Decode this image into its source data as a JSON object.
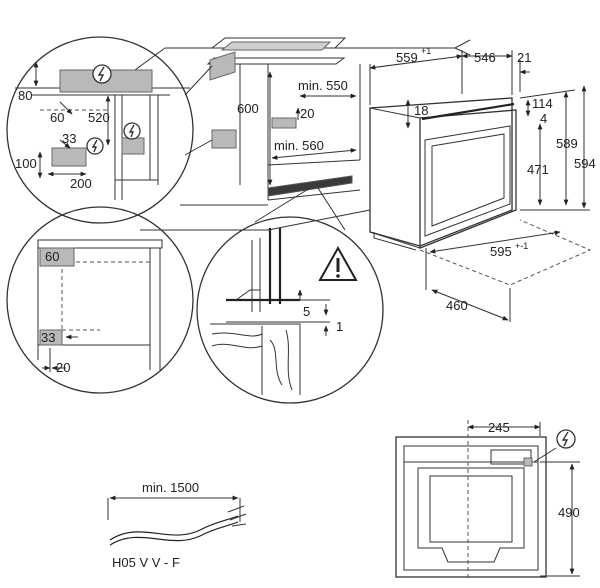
{
  "dimensions": {
    "d80": "80",
    "d60a": "60",
    "d520": "520",
    "d33a": "33",
    "d100": "100",
    "d200": "200",
    "d600": "600",
    "d550": "min. 550",
    "d20a": "20",
    "d560": "min. 560",
    "d559": "559",
    "d559_tol": "+1",
    "d546": "546",
    "d21": "21",
    "d18": "18",
    "d114": "114",
    "d4": "4",
    "d589": "589",
    "d594": "594",
    "d471": "471",
    "d595": "595",
    "d595_tol": "+-1",
    "d460": "460",
    "d60b": "60",
    "d33b": "33",
    "d20b": "20",
    "d5": "5",
    "d1": "1",
    "d245": "245",
    "d490": "490",
    "d1500": "min. 1500"
  },
  "cable_type": "H05 V V - F",
  "icons": {
    "power": "plug-electrical-icon",
    "warning": "warning-triangle-icon"
  }
}
